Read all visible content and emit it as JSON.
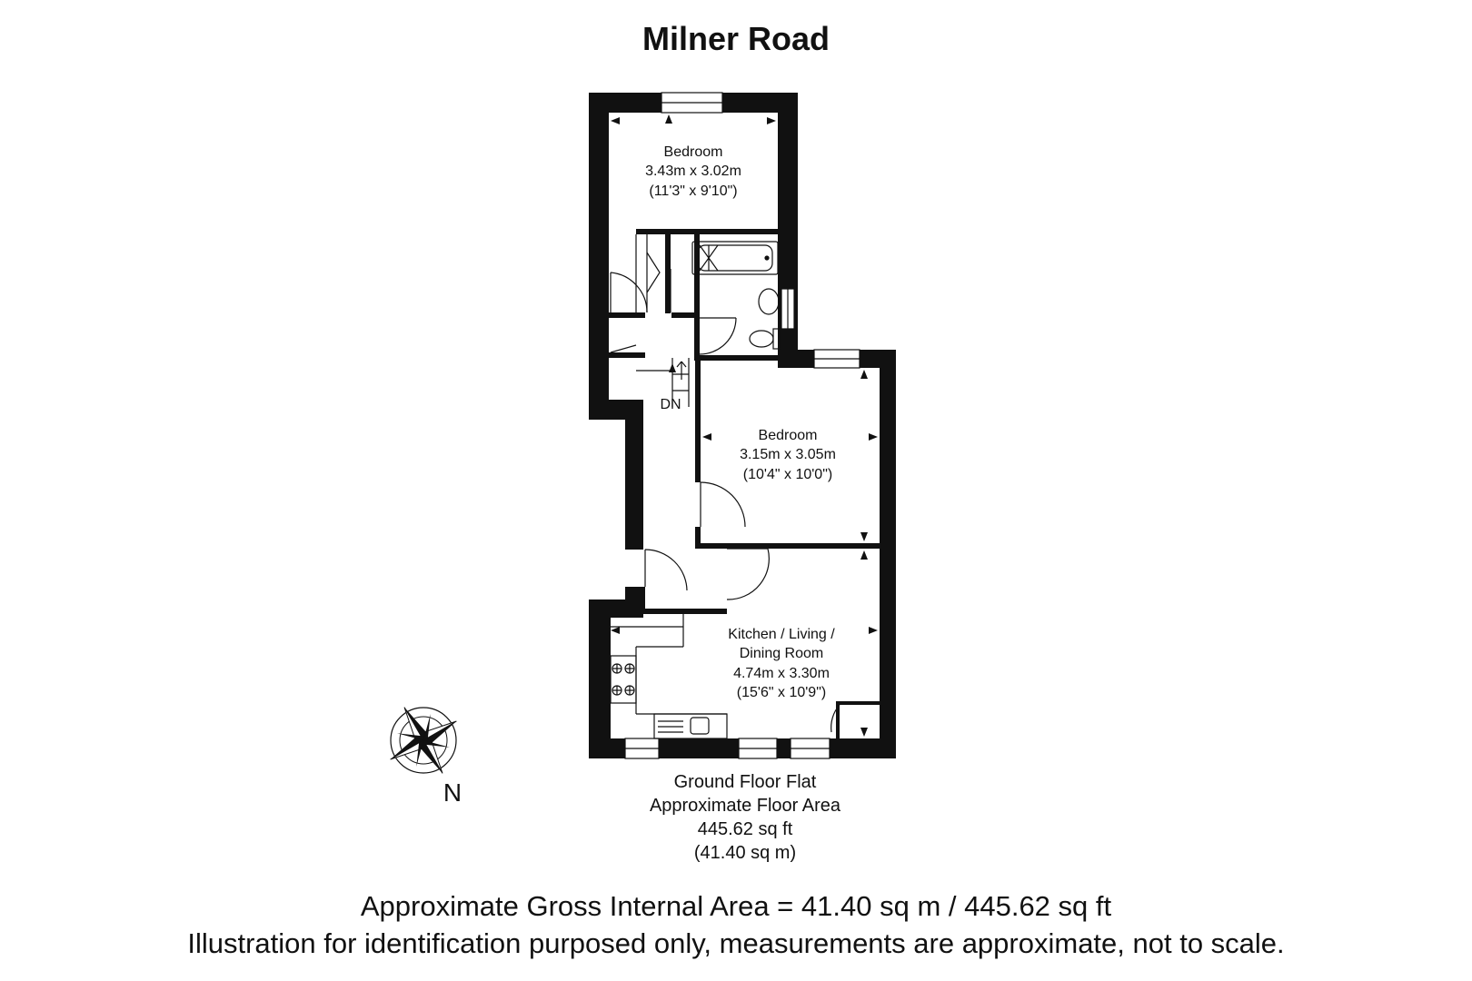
{
  "title": "Milner Road",
  "rooms": [
    {
      "name": "Bedroom",
      "metric": "3.43m x 3.02m",
      "imperial": "(11'3\" x 9'10\")"
    },
    {
      "name": "Bedroom",
      "metric": "3.15m x 3.05m",
      "imperial": "(10'4\" x 10'0\")"
    },
    {
      "name_line1": "Kitchen / Living /",
      "name_line2": "Dining Room",
      "metric": "4.74m x 3.30m",
      "imperial": "(15'6\" x 10'9\")"
    }
  ],
  "stairs_label": "DN",
  "compass_label": "N",
  "floor_caption": {
    "line1": "Ground Floor Flat",
    "line2": "Approximate Floor Area",
    "line3": "445.62 sq ft",
    "line4": "(41.40 sq m)"
  },
  "footer": {
    "gross_area": "Approximate Gross Internal Area = 41.40 sq m / 445.62 sq ft",
    "disclaimer": "Illustration for identification purposed only, measurements are approximate, not to scale."
  }
}
